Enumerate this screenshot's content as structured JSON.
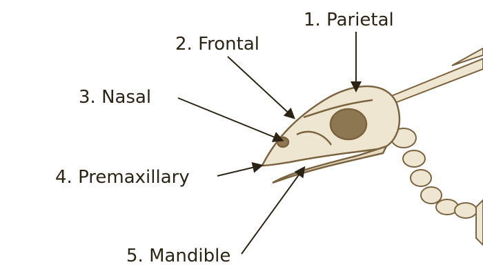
{
  "labels": [
    {
      "text": "1. Parietal"
    },
    {
      "text": "2. Frontal"
    },
    {
      "text": "3. Nasal"
    },
    {
      "text": "4. Premaxillary"
    },
    {
      "text": "5. Mandible"
    }
  ],
  "colors": {
    "text": "#2b2415",
    "line": "#2b2415",
    "sketch": "#7a6440",
    "sketch_fill": "#efe6d2"
  }
}
